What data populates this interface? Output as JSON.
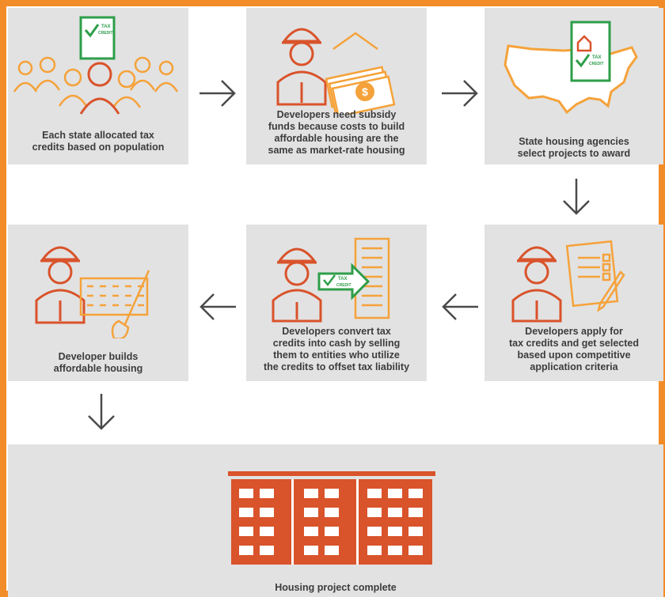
{
  "steps": [
    {
      "label": "Each state allocated tax\ncredits based on population",
      "icon": "people-with-tax-credit-icon"
    },
    {
      "label": "Developers need subsidy\nfunds because costs to build\naffordable housing are the\nsame as market-rate housing",
      "icon": "developer-with-cash-icon"
    },
    {
      "label": "State housing agencies\nselect projects to award",
      "icon": "us-map-tax-credit-icon"
    },
    {
      "label": "Developers apply for\ntax credits and get selected\nbased upon competitive\napplication criteria",
      "icon": "developer-application-icon"
    },
    {
      "label": "Developers convert tax\ncredits into cash by selling\nthem to entities who utilize\nthe credits to offset tax liability",
      "icon": "developer-convert-credit-icon"
    },
    {
      "label": "Developer builds\naffordable housing",
      "icon": "developer-building-icon"
    }
  ],
  "final": {
    "label": "Housing project complete",
    "icon": "apartment-building-icon"
  },
  "tax_credit_text": [
    "TAX",
    "CREDIT"
  ],
  "colors": {
    "frame": "#f28c28",
    "panel": "#e2e2e2",
    "icon_red": "#d9532b",
    "icon_orange": "#f5a23a",
    "check_green": "#2e9e4a",
    "arrow": "#4a4a4a",
    "text": "#3c3c3c"
  }
}
